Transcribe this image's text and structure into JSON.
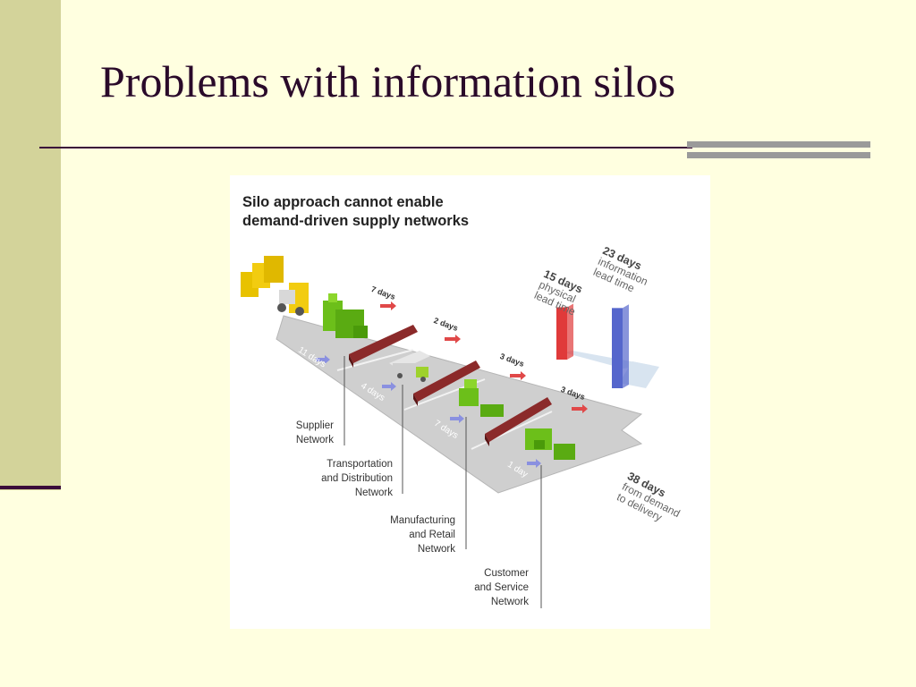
{
  "slide": {
    "title": "Problems with information silos"
  },
  "figure": {
    "heading_line1": "Silo approach cannot enable",
    "heading_line2": "demand-driven supply networks",
    "stage_lead_times": [
      {
        "label": "7 days"
      },
      {
        "label": "2 days"
      },
      {
        "label": "3 days"
      },
      {
        "label": "3 days"
      }
    ],
    "floor_lead_times": [
      {
        "label": "11 days"
      },
      {
        "label": "4 days"
      },
      {
        "label": "7 days"
      },
      {
        "label": "1 day"
      }
    ],
    "callouts": [
      {
        "line1": "Supplier",
        "line2": "Network",
        "line3": ""
      },
      {
        "line1": "Transportation",
        "line2": "and Distribution",
        "line3": "Network"
      },
      {
        "line1": "Manufacturing",
        "line2": "and Retail",
        "line3": "Network"
      },
      {
        "line1": "Customer",
        "line2": "and Service",
        "line3": "Network"
      }
    ],
    "bars": {
      "physical": {
        "value_label": "15 days",
        "line1": "physical",
        "line2": "lead time",
        "days": 15,
        "color": "#e03a3a"
      },
      "information": {
        "value_label": "23 days",
        "line1": "information",
        "line2": "lead time",
        "days": 23,
        "color": "#5566cc"
      }
    },
    "total": {
      "value_label": "38 days",
      "line1": "from demand",
      "line2": "to delivery"
    }
  }
}
